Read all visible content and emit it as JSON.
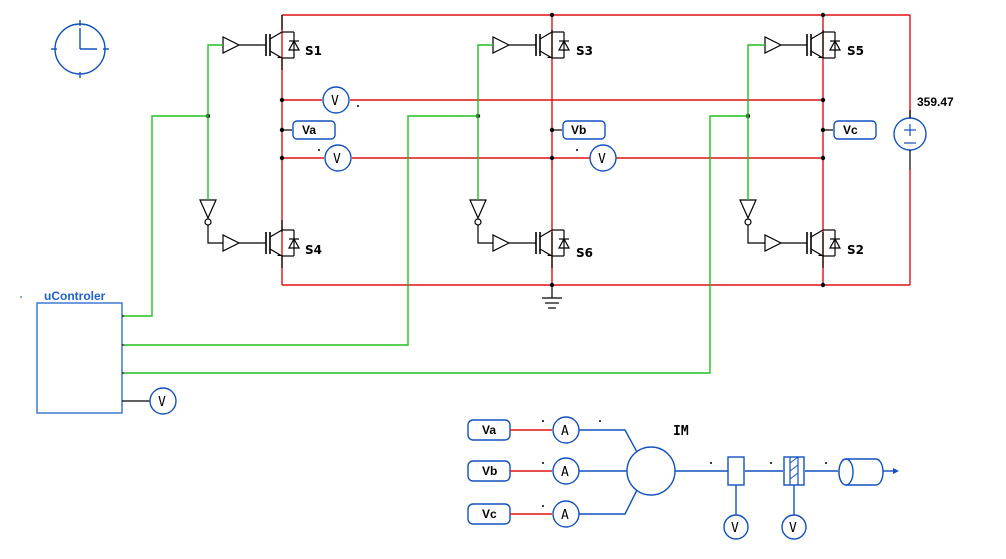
{
  "switches": {
    "s1": "S1",
    "s3": "S3",
    "s5": "S5",
    "s4": "S4",
    "s6": "S6",
    "s2": "S2"
  },
  "dc_source": {
    "value": "359.47"
  },
  "phase_labels": {
    "va": "Va",
    "vb": "Vb",
    "vc": "Vc"
  },
  "controller": {
    "label": "uControler"
  },
  "motor": {
    "label": "IM"
  },
  "meters": {
    "voltmeter": "V",
    "ammeter": "A"
  },
  "colors": {
    "power_wire": "#e01010",
    "gating_wire": "#20c020",
    "label_box": "#1050c0",
    "controller_title": "#2060d0"
  }
}
